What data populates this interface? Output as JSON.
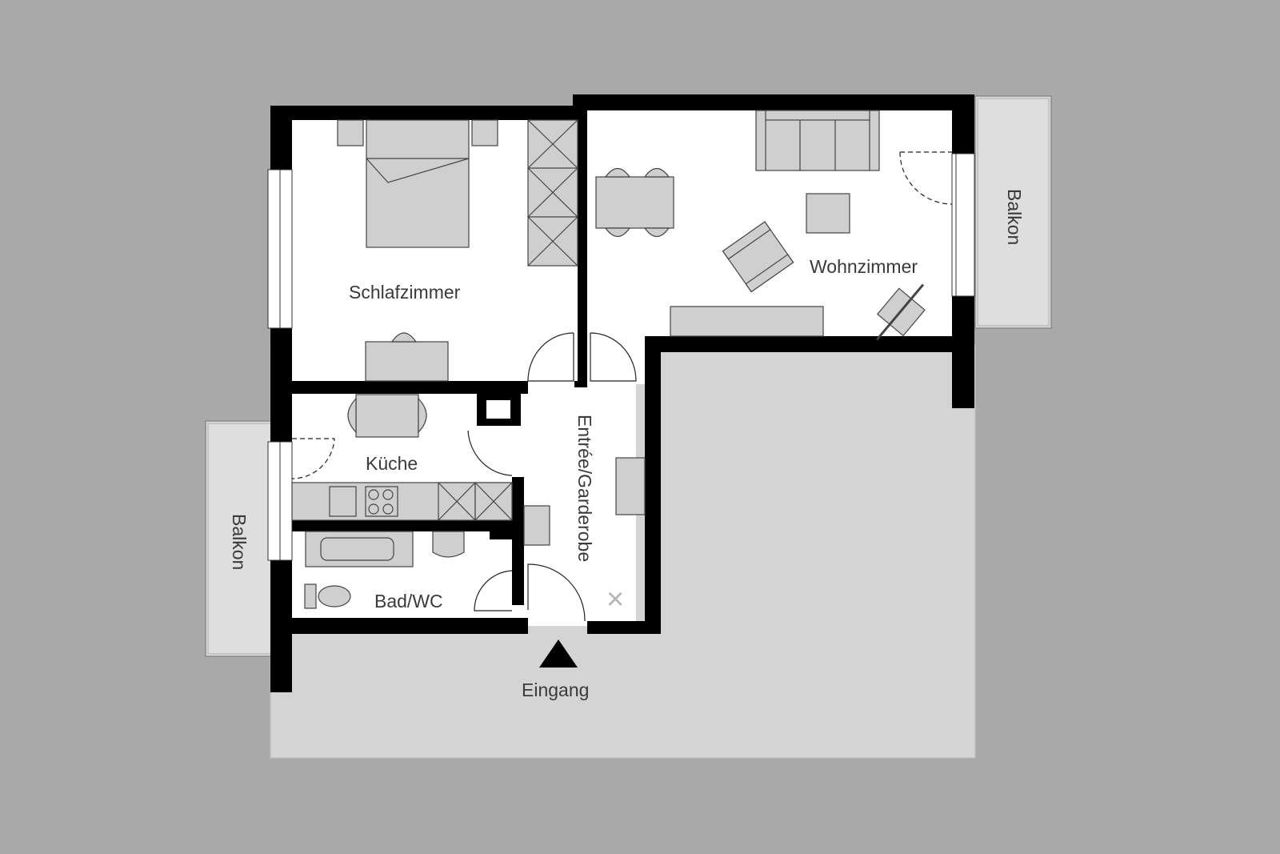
{
  "plan": {
    "colors": {
      "background": "#a9a9a9",
      "exterior": "#d4d4d4",
      "floor": "#ffffff",
      "wall": "#000000",
      "furniture": "#cfcfcf",
      "balcony": "#dedede",
      "text": "#3a3a3a"
    }
  },
  "rooms": {
    "schlafzimmer": "Schlafzimmer",
    "wohnzimmer": "Wohnzimmer",
    "kueche": "Küche",
    "bad": "Bad/WC",
    "entree": "Entrée/Garderobe",
    "balkon_right": "Balkon",
    "balkon_left": "Balkon"
  },
  "entrance": {
    "label": "Eingang",
    "icon": "triangle-up-icon"
  },
  "symbols": {
    "marker": "×"
  }
}
